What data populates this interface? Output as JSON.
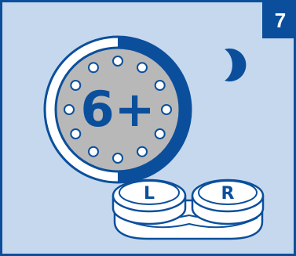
{
  "step": {
    "number": "7"
  },
  "clock": {
    "label": "6+",
    "hour_dots": 12,
    "worn_fraction": 0.5
  },
  "lens_case": {
    "left_label": "L",
    "right_label": "R"
  },
  "icons": {
    "night": "crescent-moon-icon",
    "clock": "clock-icon",
    "case": "lens-case-icon"
  },
  "colors": {
    "frame_blue": "#0b4f9c",
    "panel_background": "#c6d8ee",
    "clock_face": "#b8b8b8",
    "white": "#ffffff"
  }
}
